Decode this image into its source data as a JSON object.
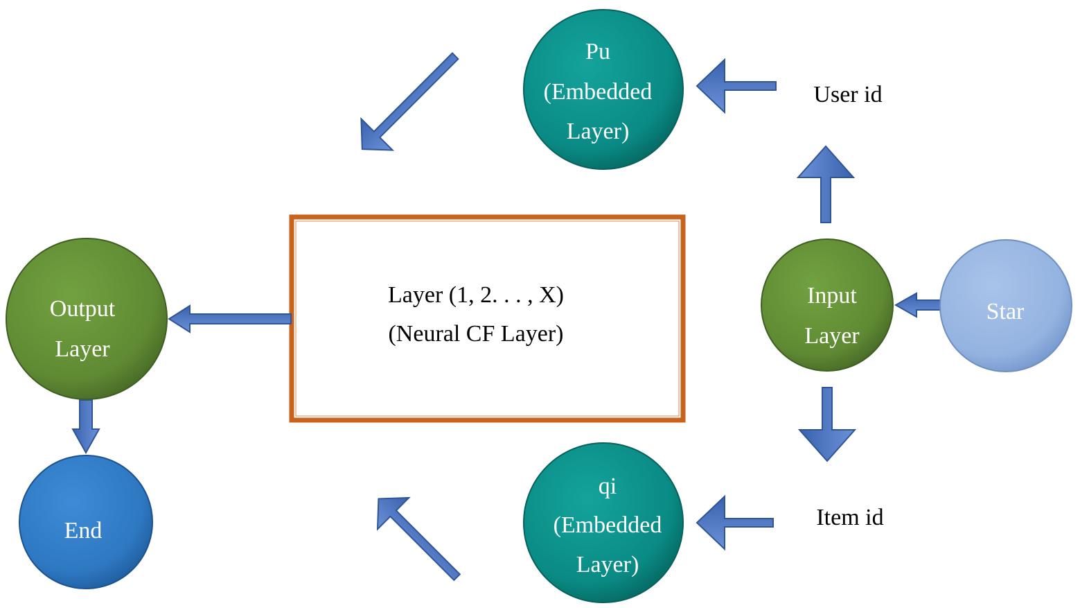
{
  "colors": {
    "teal": "#0a8a84",
    "green": "#5f8a33",
    "light_blue": "#94b3e0",
    "dark_blue": "#2e78c2",
    "arrow_blue": "#4a73c0",
    "box_border": "#c8621c"
  },
  "nodes": {
    "pu": {
      "line1": "Pu",
      "line2": "(Embedded",
      "line3": "Layer)"
    },
    "qi": {
      "line1": "qi",
      "line2": "(Embedded",
      "line3": "Layer)"
    },
    "input": {
      "line1": "Input",
      "line2": "Layer"
    },
    "star": {
      "label": "Star"
    },
    "output": {
      "line1": "Output",
      "line2": "Layer"
    },
    "end": {
      "label": "End"
    }
  },
  "labels": {
    "user_id": "User id",
    "item_id": "Item id"
  },
  "neural_box": {
    "line1": "Layer (1, 2. . . , X)",
    "line2": "(Neural CF Layer)"
  },
  "icons": [
    "arrow-icon"
  ]
}
